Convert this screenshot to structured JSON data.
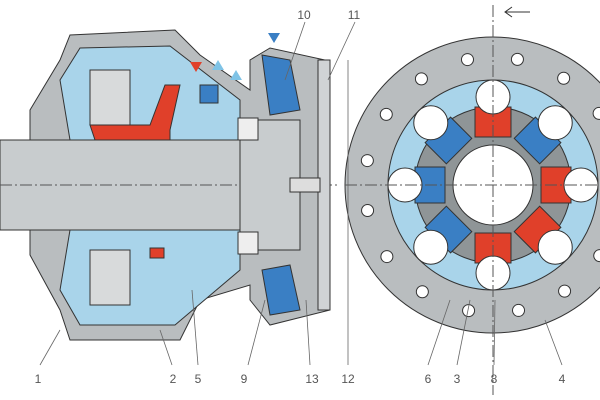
{
  "diagram": {
    "labels": {
      "l10": "10",
      "l11": "11",
      "l1": "1",
      "l2": "2",
      "l5": "5",
      "l9": "9",
      "l13": "13",
      "l12": "12",
      "l6": "6",
      "l3": "3",
      "l8": "8",
      "l4": "4"
    },
    "colors": {
      "housing": "#b9bdbf",
      "oil": "#a9d4ea",
      "part_blue": "#3a7fc4",
      "part_red": "#e0402a",
      "outline": "#333333"
    }
  }
}
